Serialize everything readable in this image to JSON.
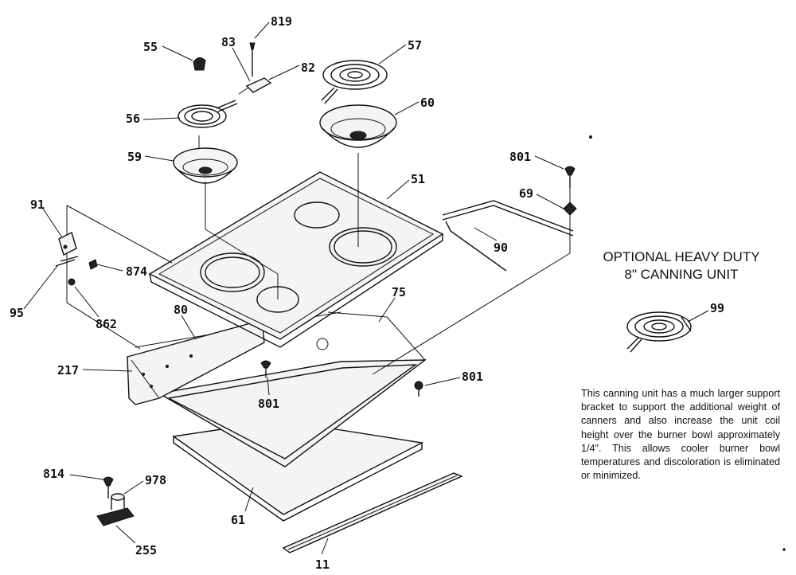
{
  "optional_unit": {
    "heading_line1": "OPTIONAL HEAVY DUTY",
    "heading_line2": "8\" CANNING UNIT",
    "description": "This canning unit has a much larger support bracket to support the additional weight of canners and also increase the unit coil height over the burner bowl approximately 1/4\". This allows cooler burner bowl temperatures and discoloration is eliminated or minimized."
  },
  "callouts": {
    "c819": "819",
    "c55": "55",
    "c83": "83",
    "c82": "82",
    "c57": "57",
    "c56": "56",
    "c60": "60",
    "c59": "59",
    "c801a": "801",
    "c51": "51",
    "c69": "69",
    "c91": "91",
    "c90": "90",
    "c874": "874",
    "c95": "95",
    "c862": "862",
    "c80": "80",
    "c75": "75",
    "c99": "99",
    "c217": "217",
    "c801b": "801",
    "c801c": "801",
    "c814": "814",
    "c978": "978",
    "c61": "61",
    "c255": "255",
    "c11": "11"
  }
}
